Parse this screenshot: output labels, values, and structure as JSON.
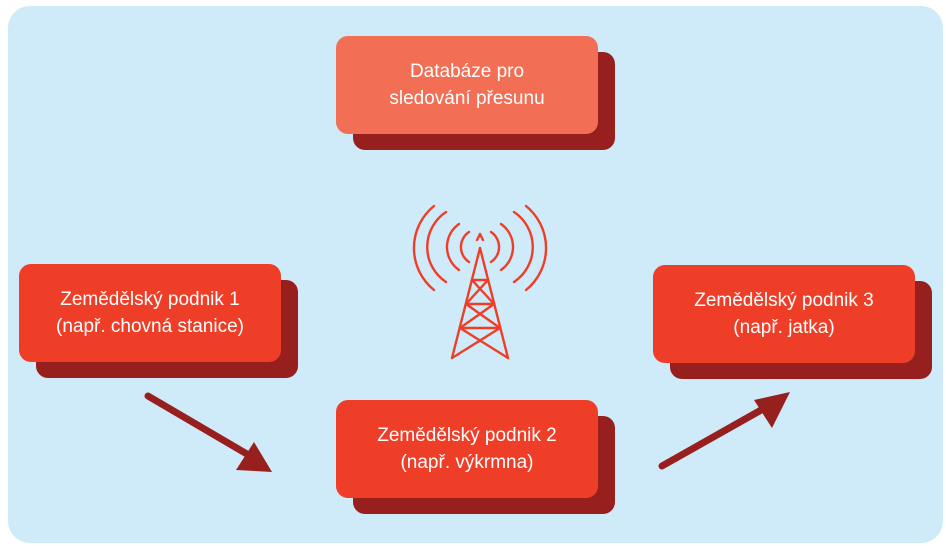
{
  "colors": {
    "background_panel": "#cfeaf8",
    "database_box": "#f26f55",
    "farm_box": "#ee3e28",
    "shadow_and_arrows": "#97201f",
    "antenna": "#ee3e28",
    "text": "#ffffff"
  },
  "database": {
    "line1": "Databáze pro",
    "line2": "sledování přesunu"
  },
  "farm1": {
    "line1": "Zemědělský podnik 1",
    "line2": "(např. chovná stanice)"
  },
  "farm2": {
    "line1": "Zemědělský podnik 2",
    "line2": "(např. výkrmna)"
  },
  "farm3": {
    "line1": "Zemědělský podnik 3",
    "line2": "(např. jatka)"
  },
  "icons": {
    "center": "radio-tower-icon",
    "arrow_left": "arrow-icon",
    "arrow_right": "arrow-icon"
  }
}
